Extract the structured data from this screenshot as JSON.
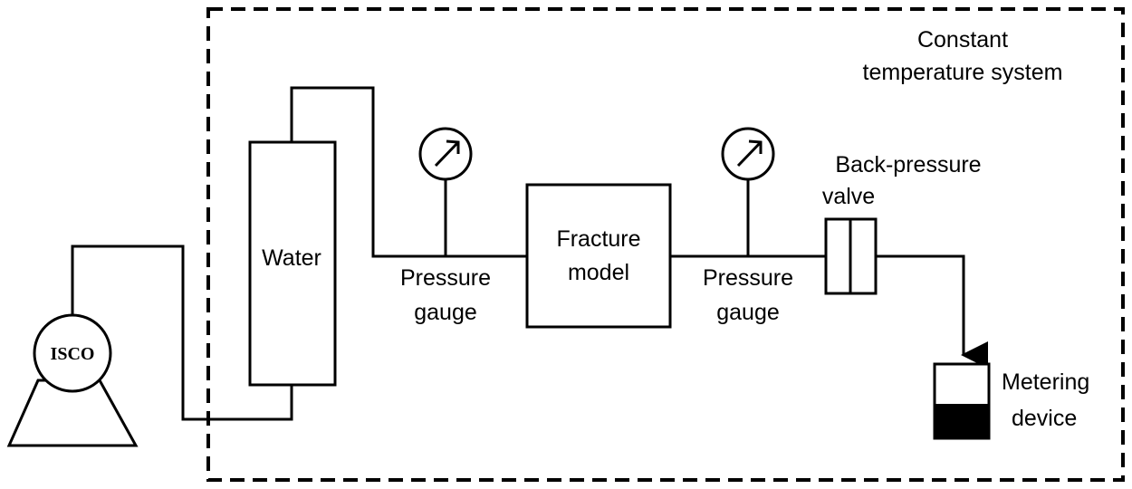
{
  "labels": {
    "enclosure_line1": "Constant",
    "enclosure_line2": "temperature system",
    "pump": "ISCO",
    "water_vessel": "Water",
    "gauge1_line1": "Pressure",
    "gauge1_line2": "gauge",
    "fracture_line1": "Fracture",
    "fracture_line2": "model",
    "gauge2_line1": "Pressure",
    "gauge2_line2": "gauge",
    "valve_line1": "Back-pressure",
    "valve_line2": "valve",
    "meter_line1": "Metering",
    "meter_line2": "device"
  },
  "colors": {
    "line": "#000000",
    "background": "#ffffff",
    "fill_dark": "#000000"
  },
  "icons": [
    "pressure-gauge-icon",
    "pump-icon",
    "arrow-down-icon"
  ]
}
